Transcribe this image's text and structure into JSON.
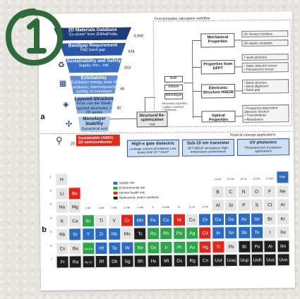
{
  "figure": {
    "panel_a": "a",
    "panel_b": "b",
    "workflow_title": "First-principles calculation workflow",
    "poc_title": "Proof-of-concept applications",
    "colors": {
      "navy": "#1d3c78",
      "red": "#e02a20",
      "green": "#2e6a3a",
      "blue": "#2d6bc0"
    },
    "funnel": [
      {
        "title": "2D Materials Database",
        "sub": "\"Ex-sheet\" from 2DMatPedia",
        "count": "3,940"
      },
      {
        "title": "Bandgap Requirement",
        "sub": "PBE band gap",
        "count": "934"
      },
      {
        "title": "Sustainability and Safety",
        "sub": "Supply, env... risk",
        "count": "253"
      },
      {
        "title": "Exfoliability",
        "sub": "Exfoliation energy, ease of exfoliation, thermodynamic stability of monolayer",
        "count": "49"
      },
      {
        "title": "Layered Structure",
        "sub": "From van der Waals layered structures, + 2D atoms",
        "count": "30"
      },
      {
        "title": "Monolayer Stability",
        "sub": "Dynamical and mechanical stability",
        "count": ""
      }
    ],
    "final_count": "25",
    "final_box": "Sustainable UWBG 2D semiconductor",
    "reopt": "Structural Re-optimization",
    "reopt_sub": "vasp",
    "bulk": "Bulk",
    "bilayer": "Bilayer",
    "monolayer": "Monolayer",
    "struct_props_title": "Structural properties",
    "struct_props": [
      "Lattice constant",
      "Thickness"
    ],
    "mech": "Mechanical Properties",
    "mech_out": [
      "2D Young's modulus",
      "2D elastic constants"
    ],
    "dfpt": "Properties from DFPT",
    "dfpt_out": [
      "Γ-point phonons",
      "Static dielectric tensor",
      "Piezoelectric tensor"
    ],
    "elec": "Electronic Structure HSE06",
    "elec_out": [
      "Band structure",
      "Band alignment",
      "Band gap"
    ],
    "opt": "Optical Properties",
    "opt_out": [
      "Frequency-dependent dielectric function",
      "Transmittance",
      "Absorbance"
    ],
    "apps": [
      {
        "title": "High-κ gate dielectric",
        "sub": "Leakage current simulations Low-power limit 10⁻² A/cm²"
      },
      {
        "title": "Sub-10 nm transistor",
        "sub": "DFT-NEGF simulations High-temperature performance"
      },
      {
        "title": "UV photonics",
        "sub": "Photodetection & polarizer applications"
      }
    ],
    "legend": [
      "Supply risk",
      "Environmental risk",
      "Human health risk",
      "Radioactive and/or synthetic"
    ],
    "row_numbers": [
      "1",
      "2",
      "3",
      "4",
      "5",
      "6",
      "7"
    ],
    "group_labels": [
      "13 IIIA",
      "14 IVA",
      "15 VA",
      "16 VIA",
      "17 VIIA",
      "18 VIIIA",
      "3 IIIB",
      "4 IVB",
      "5 VB",
      "6 VIB",
      "7 VIIB",
      "8",
      "9 VIIIB",
      "10",
      "11 IB",
      "12 IIB"
    ],
    "elements": [
      {
        "s": "H",
        "r": 1,
        "c": 1,
        "k": ""
      },
      {
        "s": "He",
        "r": 1,
        "c": 18,
        "k": "blue"
      },
      {
        "s": "Li",
        "r": 2,
        "c": 1,
        "k": ""
      },
      {
        "s": "Be",
        "r": 2,
        "c": 2,
        "k": "red"
      },
      {
        "s": "B",
        "r": 2,
        "c": 13,
        "k": ""
      },
      {
        "s": "C",
        "r": 2,
        "c": 14,
        "k": ""
      },
      {
        "s": "N",
        "r": 2,
        "c": 15,
        "k": ""
      },
      {
        "s": "O",
        "r": 2,
        "c": 16,
        "k": ""
      },
      {
        "s": "F",
        "r": 2,
        "c": 17,
        "k": ""
      },
      {
        "s": "Ne",
        "r": 2,
        "c": 18,
        "k": ""
      },
      {
        "s": "Na",
        "r": 3,
        "c": 1,
        "k": ""
      },
      {
        "s": "Mg",
        "r": 3,
        "c": 2,
        "k": ""
      },
      {
        "s": "Al",
        "r": 3,
        "c": 13,
        "k": ""
      },
      {
        "s": "Si",
        "r": 3,
        "c": 14,
        "k": ""
      },
      {
        "s": "P",
        "r": 3,
        "c": 15,
        "k": ""
      },
      {
        "s": "S",
        "r": 3,
        "c": 16,
        "k": ""
      },
      {
        "s": "Cl",
        "r": 3,
        "c": 17,
        "k": ""
      },
      {
        "s": "Ar",
        "r": 3,
        "c": 18,
        "k": ""
      },
      {
        "s": "K",
        "r": 4,
        "c": 1,
        "k": ""
      },
      {
        "s": "Ca",
        "r": 4,
        "c": 2,
        "k": ""
      },
      {
        "s": "Sc",
        "r": 4,
        "c": 3,
        "k": "green"
      },
      {
        "s": "Ti",
        "r": 4,
        "c": 4,
        "k": ""
      },
      {
        "s": "V",
        "r": 4,
        "c": 5,
        "k": ""
      },
      {
        "s": "Cr",
        "r": 4,
        "c": 6,
        "k": "red"
      },
      {
        "s": "Mn",
        "r": 4,
        "c": 7,
        "k": "blue"
      },
      {
        "s": "Fe",
        "r": 4,
        "c": 8,
        "k": "blue"
      },
      {
        "s": "Co",
        "r": 4,
        "c": 9,
        "k": "blue"
      },
      {
        "s": "Ni",
        "r": 4,
        "c": 10,
        "k": "red"
      },
      {
        "s": "Cu",
        "r": 4,
        "c": 11,
        "k": ""
      },
      {
        "s": "Zn",
        "r": 4,
        "c": 12,
        "k": "blue"
      },
      {
        "s": "Ga",
        "r": 4,
        "c": 13,
        "k": "blue"
      },
      {
        "s": "Ge",
        "r": 4,
        "c": 14,
        "k": "blue"
      },
      {
        "s": "As",
        "r": 4,
        "c": 15,
        "k": "blue"
      },
      {
        "s": "Se",
        "r": 4,
        "c": 16,
        "k": "blue"
      },
      {
        "s": "Br",
        "r": 4,
        "c": 17,
        "k": ""
      },
      {
        "s": "Kr",
        "r": 4,
        "c": 18,
        "k": ""
      },
      {
        "s": "Rb",
        "r": 5,
        "c": 1,
        "k": ""
      },
      {
        "s": "Sr",
        "r": 5,
        "c": 2,
        "k": "blue"
      },
      {
        "s": "Y",
        "r": 5,
        "c": 3,
        "k": "blue"
      },
      {
        "s": "Zr",
        "r": 5,
        "c": 4,
        "k": "blue"
      },
      {
        "s": "Nb",
        "r": 5,
        "c": 5,
        "k": "blue"
      },
      {
        "s": "Mo",
        "r": 5,
        "c": 6,
        "k": ""
      },
      {
        "s": "Tc",
        "r": 5,
        "c": 7,
        "k": "black"
      },
      {
        "s": "Ru",
        "r": 5,
        "c": 8,
        "k": "green"
      },
      {
        "s": "Rh",
        "r": 5,
        "c": 9,
        "k": "green"
      },
      {
        "s": "Pd",
        "r": 5,
        "c": 10,
        "k": "green"
      },
      {
        "s": "Ag",
        "r": 5,
        "c": 11,
        "k": "green"
      },
      {
        "s": "Cd",
        "r": 5,
        "c": 12,
        "k": "red"
      },
      {
        "s": "In",
        "r": 5,
        "c": 13,
        "k": "blue"
      },
      {
        "s": "Sn",
        "r": 5,
        "c": 14,
        "k": "blue"
      },
      {
        "s": "Sb",
        "r": 5,
        "c": 15,
        "k": "blue"
      },
      {
        "s": "Te",
        "r": 5,
        "c": 16,
        "k": "blue"
      },
      {
        "s": "I",
        "r": 5,
        "c": 17,
        "k": ""
      },
      {
        "s": "Xe",
        "r": 5,
        "c": 18,
        "k": ""
      },
      {
        "s": "Cs",
        "r": 6,
        "c": 1,
        "k": ""
      },
      {
        "s": "Ba",
        "r": 6,
        "c": 2,
        "k": ""
      },
      {
        "s": "La-Lu",
        "r": 6,
        "c": 3,
        "k": "green"
      },
      {
        "s": "Hf",
        "r": 6,
        "c": 4,
        "k": "blue"
      },
      {
        "s": "Ta",
        "r": 6,
        "c": 5,
        "k": "blue"
      },
      {
        "s": "W",
        "r": 6,
        "c": 6,
        "k": "blue"
      },
      {
        "s": "Re",
        "r": 6,
        "c": 7,
        "k": "green"
      },
      {
        "s": "Os",
        "r": 6,
        "c": 8,
        "k": "green"
      },
      {
        "s": "Ir",
        "r": 6,
        "c": 9,
        "k": "green"
      },
      {
        "s": "Pt",
        "r": 6,
        "c": 10,
        "k": "green"
      },
      {
        "s": "Au",
        "r": 6,
        "c": 11,
        "k": "green"
      },
      {
        "s": "Hg",
        "r": 6,
        "c": 12,
        "k": "red"
      },
      {
        "s": "Tl",
        "r": 6,
        "c": 13,
        "k": "red"
      },
      {
        "s": "Pb",
        "r": 6,
        "c": 14,
        "k": ""
      },
      {
        "s": "Bi",
        "r": 6,
        "c": 15,
        "k": "black"
      },
      {
        "s": "Po",
        "r": 6,
        "c": 16,
        "k": "black"
      },
      {
        "s": "At",
        "r": 6,
        "c": 17,
        "k": "black"
      },
      {
        "s": "Rn",
        "r": 6,
        "c": 18,
        "k": "black"
      },
      {
        "s": "Fr",
        "r": 7,
        "c": 1,
        "k": "black"
      },
      {
        "s": "Ra",
        "r": 7,
        "c": 2,
        "k": "black"
      },
      {
        "s": "Ac-Lr",
        "r": 7,
        "c": 3,
        "k": "black"
      },
      {
        "s": "Rf",
        "r": 7,
        "c": 4,
        "k": "black"
      },
      {
        "s": "Db",
        "r": 7,
        "c": 5,
        "k": "black"
      },
      {
        "s": "Sg",
        "r": 7,
        "c": 6,
        "k": "black"
      },
      {
        "s": "Bh",
        "r": 7,
        "c": 7,
        "k": "black"
      },
      {
        "s": "Hs",
        "r": 7,
        "c": 8,
        "k": "black"
      },
      {
        "s": "Mt",
        "r": 7,
        "c": 9,
        "k": "black"
      },
      {
        "s": "Ds",
        "r": 7,
        "c": 10,
        "k": "black"
      },
      {
        "s": "Rg",
        "r": 7,
        "c": 11,
        "k": "black"
      },
      {
        "s": "Cn",
        "r": 7,
        "c": 12,
        "k": "black"
      },
      {
        "s": "Uut",
        "r": 7,
        "c": 13,
        "k": "black"
      },
      {
        "s": "Uuq",
        "r": 7,
        "c": 14,
        "k": "black"
      },
      {
        "s": "Uup",
        "r": 7,
        "c": 15,
        "k": "black"
      },
      {
        "s": "Uuh",
        "r": 7,
        "c": 16,
        "k": "black"
      },
      {
        "s": "Uus",
        "r": 7,
        "c": 17,
        "k": "black"
      },
      {
        "s": "Uuo",
        "r": 7,
        "c": 18,
        "k": "black"
      }
    ]
  }
}
